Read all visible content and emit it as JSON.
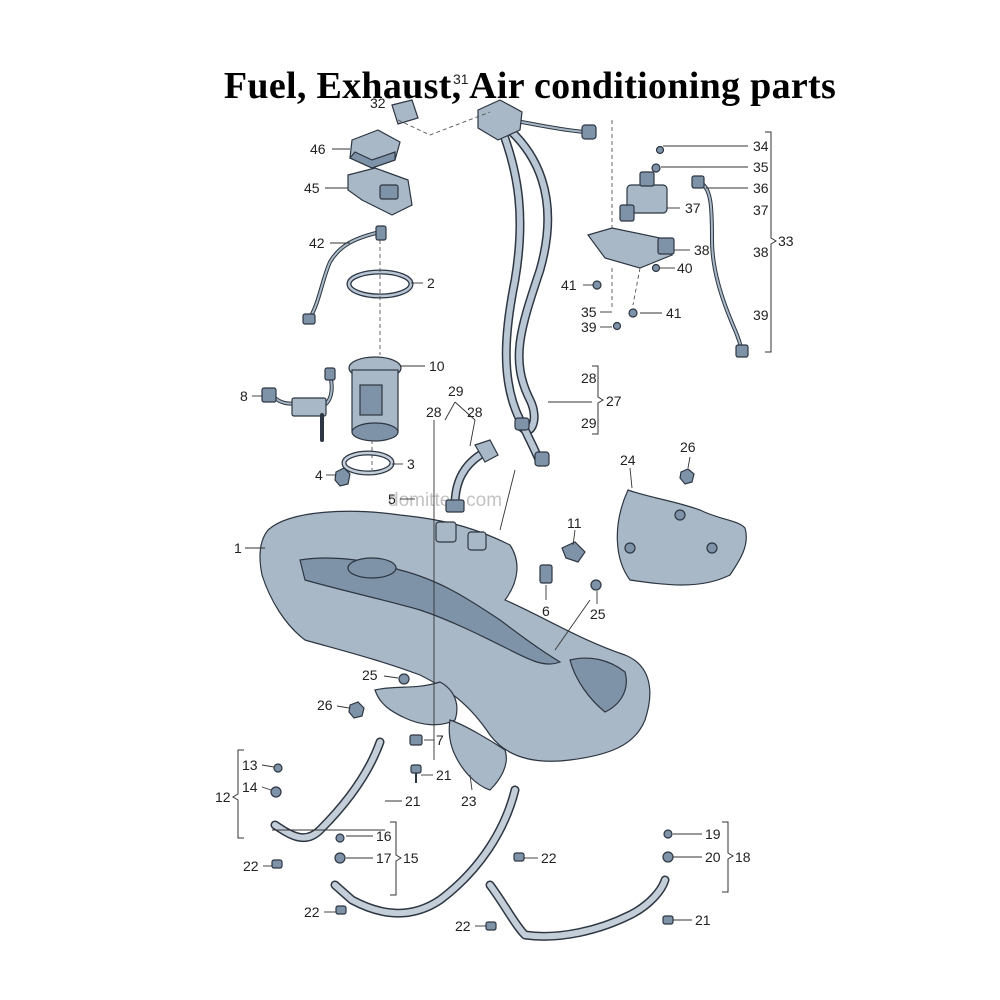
{
  "title": "Fuel, Exhaust, Air conditioning parts",
  "watermark": "domitten.com",
  "colors": {
    "part_fill": "#a9b8c6",
    "part_outline": "#2d3642",
    "background": "#ffffff"
  },
  "labels": [
    {
      "id": "31",
      "text": "31"
    },
    {
      "id": "32",
      "text": "32"
    },
    {
      "id": "46",
      "text": "46"
    },
    {
      "id": "45",
      "text": "45"
    },
    {
      "id": "42",
      "text": "42"
    },
    {
      "id": "2",
      "text": "2"
    },
    {
      "id": "10",
      "text": "10"
    },
    {
      "id": "8",
      "text": "8"
    },
    {
      "id": "3",
      "text": "3"
    },
    {
      "id": "4",
      "text": "4"
    },
    {
      "id": "5",
      "text": "5"
    },
    {
      "id": "1",
      "text": "1"
    },
    {
      "id": "29",
      "text": "29"
    },
    {
      "id": "28a",
      "text": "28"
    },
    {
      "id": "28b",
      "text": "28"
    },
    {
      "id": "28c",
      "text": "28"
    },
    {
      "id": "27",
      "text": "27"
    },
    {
      "id": "29b",
      "text": "29"
    },
    {
      "id": "34",
      "text": "34"
    },
    {
      "id": "35a",
      "text": "35"
    },
    {
      "id": "36",
      "text": "36"
    },
    {
      "id": "37a",
      "text": "37"
    },
    {
      "id": "37b",
      "text": "37"
    },
    {
      "id": "38a",
      "text": "38"
    },
    {
      "id": "38b",
      "text": "38"
    },
    {
      "id": "33",
      "text": "33"
    },
    {
      "id": "39a",
      "text": "39"
    },
    {
      "id": "40",
      "text": "40"
    },
    {
      "id": "41a",
      "text": "41"
    },
    {
      "id": "35b",
      "text": "35"
    },
    {
      "id": "41b",
      "text": "41"
    },
    {
      "id": "39b",
      "text": "39"
    },
    {
      "id": "24",
      "text": "24"
    },
    {
      "id": "26a",
      "text": "26"
    },
    {
      "id": "11",
      "text": "11"
    },
    {
      "id": "6",
      "text": "6"
    },
    {
      "id": "25a",
      "text": "25"
    },
    {
      "id": "25b",
      "text": "25"
    },
    {
      "id": "26b",
      "text": "26"
    },
    {
      "id": "7",
      "text": "7"
    },
    {
      "id": "21a",
      "text": "21"
    },
    {
      "id": "21b",
      "text": "21"
    },
    {
      "id": "23",
      "text": "23"
    },
    {
      "id": "13",
      "text": "13"
    },
    {
      "id": "14",
      "text": "14"
    },
    {
      "id": "12",
      "text": "12"
    },
    {
      "id": "22a",
      "text": "22"
    },
    {
      "id": "16",
      "text": "16"
    },
    {
      "id": "17",
      "text": "17"
    },
    {
      "id": "15",
      "text": "15"
    },
    {
      "id": "22b",
      "text": "22"
    },
    {
      "id": "22c",
      "text": "22"
    },
    {
      "id": "22d",
      "text": "22"
    },
    {
      "id": "19",
      "text": "19"
    },
    {
      "id": "20",
      "text": "20"
    },
    {
      "id": "18",
      "text": "18"
    },
    {
      "id": "21c",
      "text": "21"
    }
  ]
}
